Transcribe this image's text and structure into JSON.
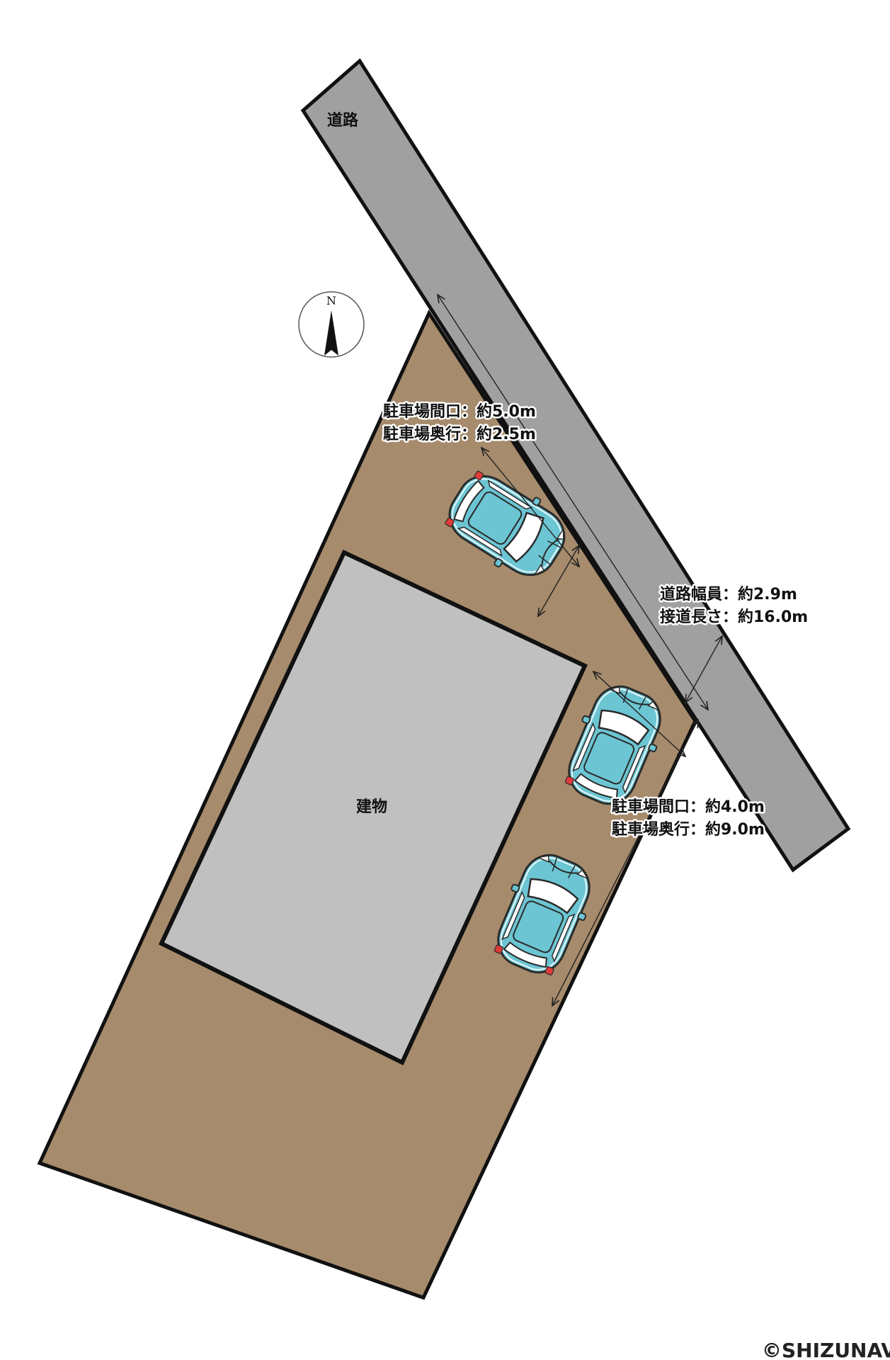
{
  "road": {
    "label": "道路"
  },
  "building": {
    "label": "建物"
  },
  "compass": {
    "letter": "N",
    "icon": "north-arrow-icon"
  },
  "parking_upper": {
    "frontage": "駐車場間口：約5.0m",
    "depth": "駐車場奥行：約2.5m"
  },
  "road_info": {
    "width": "道路幅員：約2.9m",
    "frontage_length": "接道長さ：約16.0m"
  },
  "parking_lower": {
    "frontage": "駐車場間口：約4.0m",
    "depth": "駐車場奥行：約9.0m"
  },
  "copyright": "©SHIZUNAVI",
  "colors": {
    "lot": "#a68b6c",
    "road": "#a0a0a0",
    "building": "#c0c0c0",
    "car_body": "#6cc5d3",
    "outline": "#111111"
  },
  "icons": [
    "car-icon",
    "north-arrow-icon",
    "dimension-arrow-icon"
  ]
}
